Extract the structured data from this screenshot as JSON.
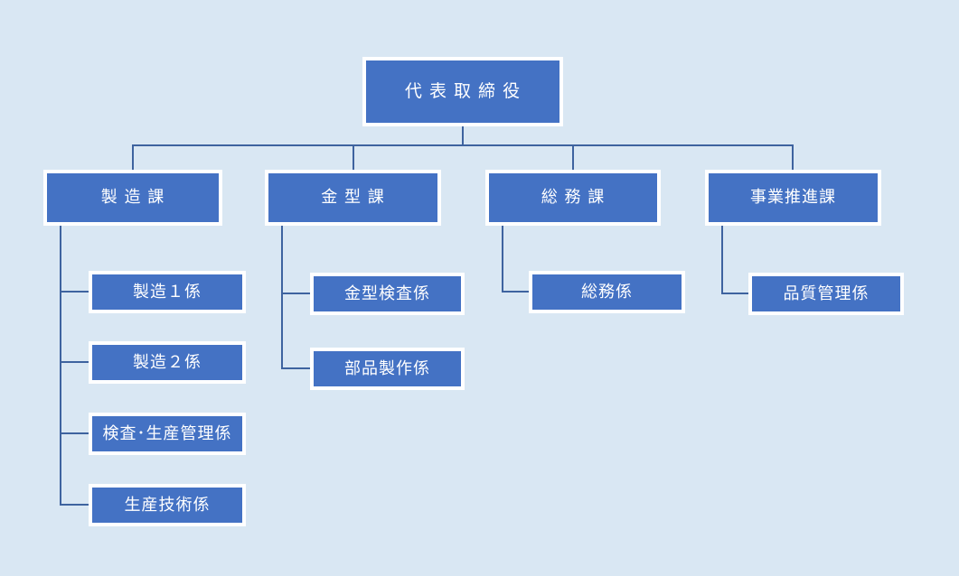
{
  "diagram": {
    "type": "org-chart",
    "colors": {
      "background": "#d9e7f3",
      "node_fill": "#4472c4",
      "node_border": "#ffffff",
      "node_text": "#ffffff",
      "connector": "#3e639f"
    },
    "root": {
      "label": "代 表 取 締 役"
    },
    "departments": [
      {
        "label": "製 造 課",
        "children": [
          {
            "label": "製造１係"
          },
          {
            "label": "製造２係"
          },
          {
            "label": "検査･生産管理係"
          },
          {
            "label": "生産技術係"
          }
        ]
      },
      {
        "label": "金 型 課",
        "children": [
          {
            "label": "金型検査係"
          },
          {
            "label": "部品製作係"
          }
        ]
      },
      {
        "label": "総 務 課",
        "children": [
          {
            "label": "総務係"
          }
        ]
      },
      {
        "label": "事業推進課",
        "children": [
          {
            "label": "品質管理係"
          }
        ]
      }
    ]
  }
}
